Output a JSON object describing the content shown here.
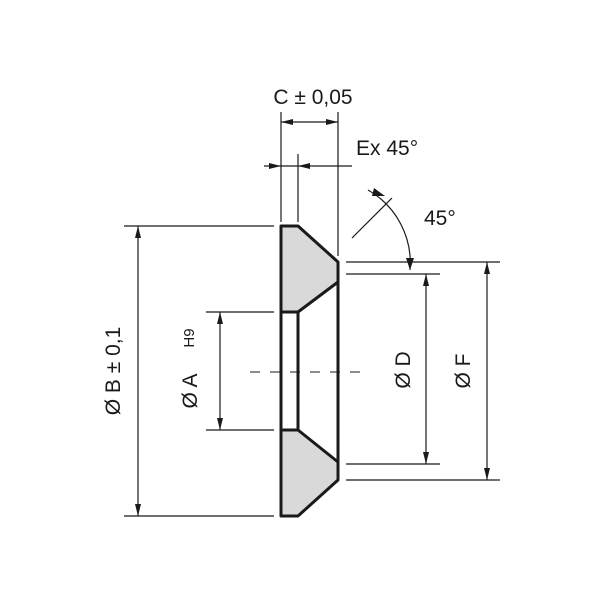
{
  "labels": {
    "dim_c": "C ± 0,05",
    "dim_e": "Ex 45°",
    "angle": "45°",
    "dim_b": "Ø B ± 0,1",
    "dim_a": "Ø A",
    "dim_a_tol": "H9",
    "dim_d": "Ø D",
    "dim_f": "Ø F"
  },
  "colors": {
    "line": "#1a1a1a",
    "section_fill": "#d9d9d9",
    "background": "#ffffff"
  }
}
